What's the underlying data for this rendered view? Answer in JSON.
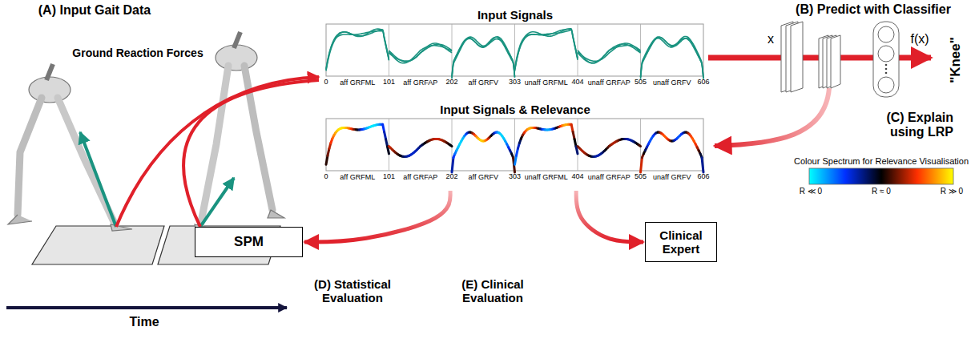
{
  "diagram": {
    "nodes": [
      {
        "text": [
          "Input Signals"
        ]
      },
      {
        "text": [
          "Input Signals & Relevance"
        ]
      },
      {
        "text": [
          "SPM"
        ]
      },
      {
        "text": [
          "Clinical Expert"
        ]
      }
    ],
    "edges": [
      {
        "from": 1,
        "to": 2,
        "arrow": "to"
      },
      {
        "from": 1,
        "to": 3,
        "arrow": "to"
      }
    ],
    "labels": [
      "(A) Input Gait Data",
      "Ground Reaction Forces",
      "Time",
      "0",
      "101",
      "202",
      "303",
      "404",
      "505",
      "606",
      "aff GRFML",
      "aff GRFAP",
      "aff GRFV",
      "unaff GRFML",
      "unaff GRFAP",
      "unaff GRFV",
      "0",
      "101",
      "202",
      "303",
      "404",
      "505",
      "606",
      "aff GRFML",
      "aff GRFAP",
      "aff GRFV",
      "unaff GRFML",
      "unaff GRFAP",
      "unaff GRFV",
      "(B) Predict with Classifier",
      "x",
      "f(x)",
      "\"Knee\"",
      "(C) Explain using LRP",
      "Colour Spectrum for Relevance Visualisation",
      "R ≪ 0",
      "R ≈ 0",
      "R ≫ 0",
      "(D) Statistical Evaluation",
      "(E) Clinical Evaluation"
    ]
  }
}
